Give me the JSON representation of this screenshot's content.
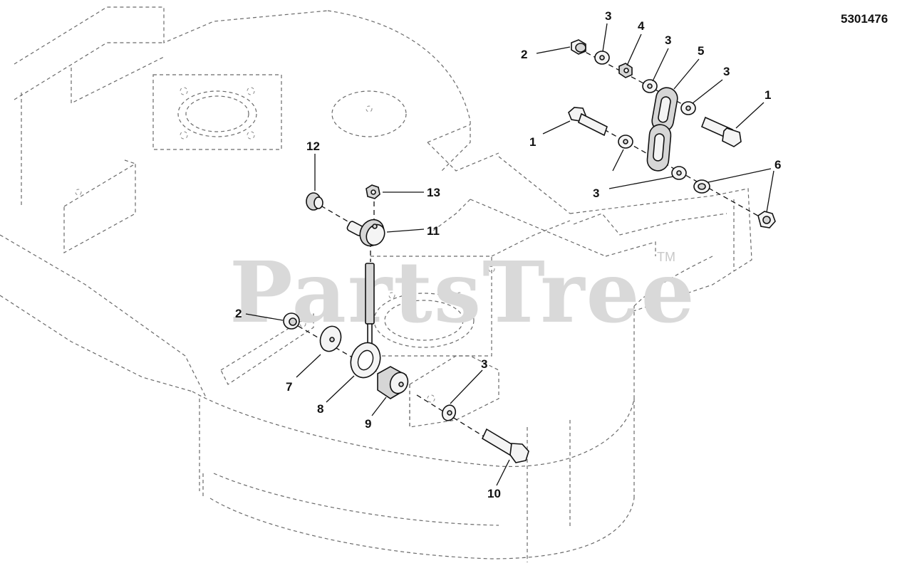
{
  "diagram": {
    "id": "5301476",
    "watermark": "PartsTree",
    "trademark": "TM"
  },
  "callouts": {
    "c_1a": "1",
    "c_1b": "1",
    "c_2a": "2",
    "c_2b": "2",
    "c_3a": "3",
    "c_3b": "3",
    "c_3c": "3",
    "c_3d": "3",
    "c_3e": "3",
    "c_4": "4",
    "c_5": "5",
    "c_6": "6",
    "c_7": "7",
    "c_8": "8",
    "c_9": "9",
    "c_10": "10",
    "c_11": "11",
    "c_12": "12",
    "c_13": "13"
  }
}
